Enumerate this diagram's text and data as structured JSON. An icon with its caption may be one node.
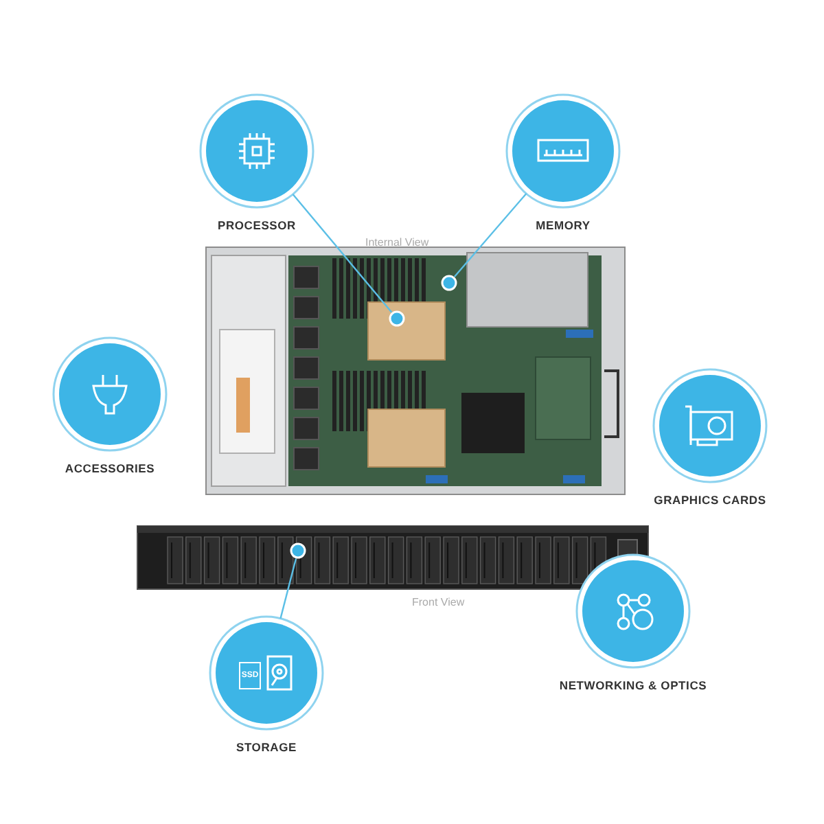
{
  "diagram": {
    "nodes": [
      {
        "text": [
          "PROCESSOR"
        ]
      },
      {
        "text": [
          "MEMORY"
        ]
      },
      {
        "text": [],
        "shape": "picture",
        "beside": [
          "Internal View"
        ]
      },
      {
        "text": [],
        "shape": "circle",
        "in": 2
      },
      {
        "text": [],
        "shape": "circle",
        "in": 2
      },
      {
        "text": [
          "ACCESSORIES"
        ]
      },
      {
        "text": [
          "GRAPHICS CARDS"
        ]
      },
      {
        "text": [],
        "shape": "picture",
        "beside": [
          "Front View"
        ]
      },
      {
        "text": [],
        "shape": "circle",
        "in": 7
      },
      {
        "text": [
          "STORAGE"
        ]
      },
      {
        "text": [
          "NETWORKING & OPTICS"
        ]
      }
    ],
    "edges": [
      {
        "from": 0,
        "to": 3,
        "arrow": "none"
      },
      {
        "from": 1,
        "to": 4,
        "arrow": "none"
      },
      {
        "from": 9,
        "to": 8,
        "arrow": "none"
      }
    ],
    "labels": [
      "SSD"
    ]
  }
}
